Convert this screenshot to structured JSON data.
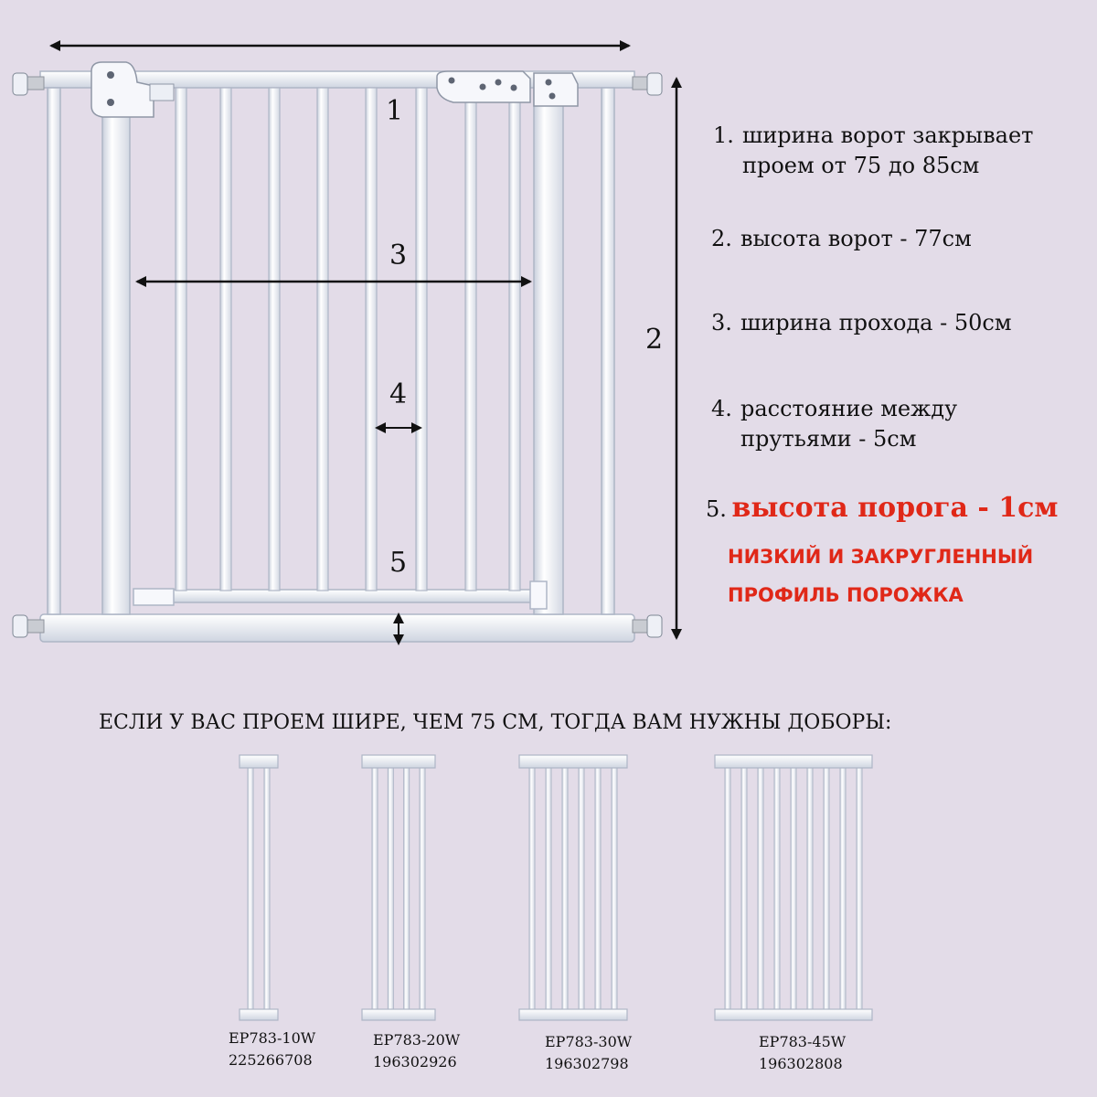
{
  "diagram_labels": [
    "1",
    "2",
    "3",
    "4",
    "5"
  ],
  "specs": [
    {
      "num": "1.",
      "line1": "ширина ворот закрывает",
      "line2": "проем от 75 до 85см"
    },
    {
      "num": "2.",
      "line1": "высота ворот - 77см"
    },
    {
      "num": "3.",
      "line1": "ширина прохода - 50см"
    },
    {
      "num": "4.",
      "line1": "расстояние между",
      "line2": "прутьями - 5см"
    }
  ],
  "threshold": {
    "num": "5.",
    "text": "высота порога - 1см",
    "sub1": "НИЗКИЙ И ЗАКРУГЛЕННЫЙ",
    "sub2": "ПРОФИЛЬ ПОРОЖКА"
  },
  "extras_note": "ЕСЛИ У ВАС ПРОЕМ ШИРЕ, ЧЕМ 75 СМ, ТОГДА ВАМ НУЖНЫ ДОБОРЫ:",
  "extensions": [
    {
      "model": "EP783-10W",
      "code": "225266708",
      "bars": 2
    },
    {
      "model": "EP783-20W",
      "code": "196302926",
      "bars": 4
    },
    {
      "model": "EP783-30W",
      "code": "196302798",
      "bars": 6
    },
    {
      "model": "EP783-45W",
      "code": "196302808",
      "bars": 9
    }
  ],
  "colors": {
    "background": "#e3dce8",
    "gate": "#f4f6fb",
    "gate_edge": "#aeb6c6",
    "highlight": "#e02818"
  }
}
